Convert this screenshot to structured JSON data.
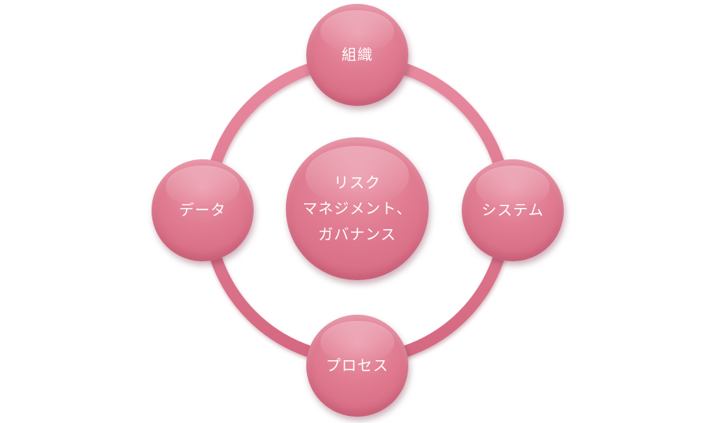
{
  "colors": {
    "node_fill": "#e07b91",
    "ring": "#e07b91",
    "text": "#ffffff",
    "background": "#ffffff"
  },
  "diagram": {
    "center": {
      "lines": [
        "リスク",
        "マネジメント、",
        "ガバナンス"
      ]
    },
    "nodes": {
      "top": "組織",
      "right": "システム",
      "bottom": "プロセス",
      "left": "データ"
    }
  }
}
